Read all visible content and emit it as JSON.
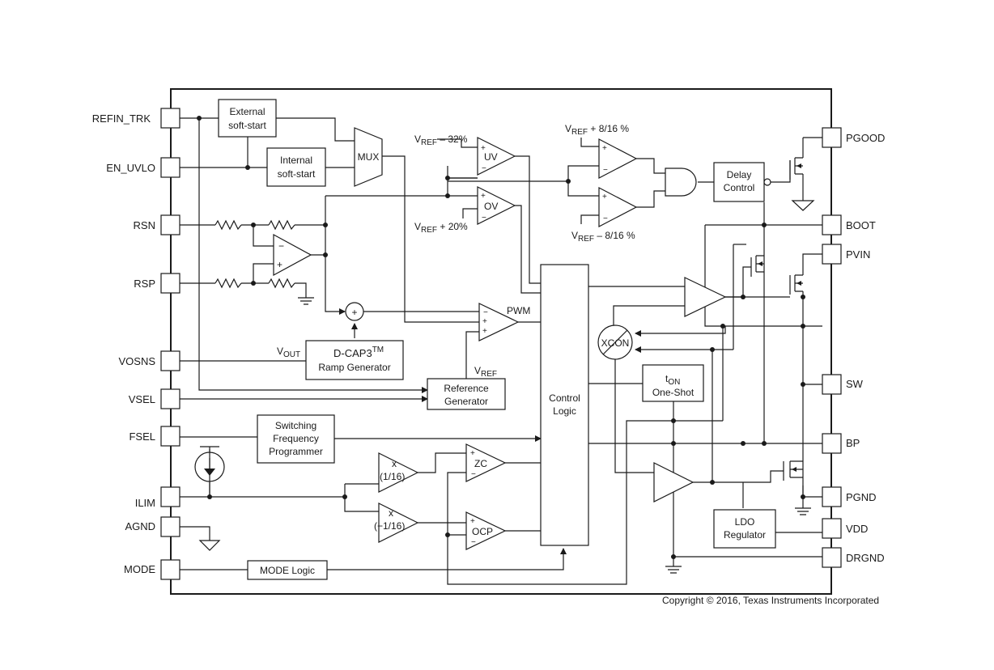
{
  "pins_left": {
    "refin_trk": "REFIN_TRK",
    "en_uvlo": "EN_UVLO",
    "rsn": "RSN",
    "rsp": "RSP",
    "vosns": "VOSNS",
    "vsel": "VSEL",
    "fsel": "FSEL",
    "ilim": "ILIM",
    "agnd": "AGND",
    "mode": "MODE"
  },
  "pins_right": {
    "pgood": "PGOOD",
    "boot": "BOOT",
    "pvin": "PVIN",
    "sw": "SW",
    "bp": "BP",
    "pgnd": "PGND",
    "vdd": "VDD",
    "drgnd": "DRGND"
  },
  "blocks": {
    "ext_ss_1": "External",
    "ext_ss_2": "soft-start",
    "int_ss_1": "Internal",
    "int_ss_2": "soft-start",
    "mux": "MUX",
    "dcap_1": "D-CAP3",
    "dcap_tm": "TM",
    "dcap_2": "Ramp Generator",
    "ref_1": "Reference",
    "ref_2": "Generator",
    "sfp_1": "Switching",
    "sfp_2": "Frequency",
    "sfp_3": "Programmer",
    "mode_logic": "MODE Logic",
    "control_1": "Control",
    "control_2": "Logic",
    "delay_1": "Delay",
    "delay_2": "Control",
    "ton_t": "t",
    "ton_sub": "ON",
    "ton_2": "One-Shot",
    "ldo_1": "LDO",
    "ldo_2": "Regulator",
    "xcon": "XCON"
  },
  "comparators": {
    "uv": "UV",
    "ov": "OV",
    "pwm": "PWM",
    "zc": "ZC",
    "ocp": "OCP",
    "x_pos_1": "x",
    "x_pos_2": "(1/16)",
    "x_neg_1": "x",
    "x_neg_2": "(−1/16)",
    "plus": "+",
    "minus": "−",
    "sum": "+"
  },
  "labels": {
    "v": "V",
    "ref_sub": "REF",
    "out_sub": "OUT",
    "uv_th": " – 32%",
    "ov_th": " + 20%",
    "pg_hi": " + 8/16 %",
    "pg_lo": " – 8/16 %"
  },
  "copyright": "Copyright © 2016, Texas Instruments Incorporated"
}
